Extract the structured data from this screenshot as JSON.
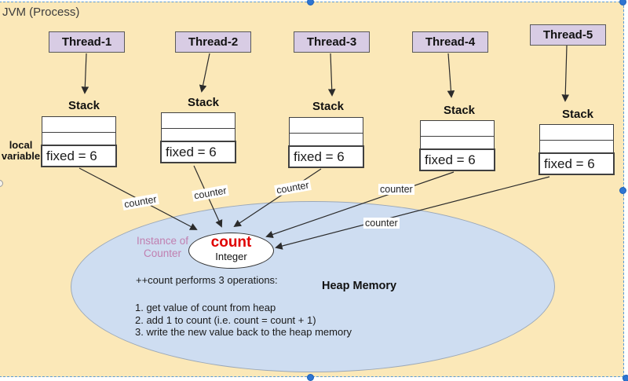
{
  "window": {
    "title": "JVM (Process)"
  },
  "threads": [
    {
      "label": "Thread-1",
      "stack_label": "Stack",
      "slot": "fixed = 6"
    },
    {
      "label": "Thread-2",
      "stack_label": "Stack",
      "slot": "fixed = 6"
    },
    {
      "label": "Thread-3",
      "stack_label": "Stack",
      "slot": "fixed = 6"
    },
    {
      "label": "Thread-4",
      "stack_label": "Stack",
      "slot": "fixed = 6"
    },
    {
      "label": "Thread-5",
      "stack_label": "Stack",
      "slot": "fixed = 6"
    }
  ],
  "local_variable": {
    "line1": "local",
    "line2": "variable"
  },
  "counter_labels": [
    "counter",
    "counter",
    "counter",
    "counter",
    "counter"
  ],
  "count_object": {
    "name": "count",
    "type": "Integer"
  },
  "instance_caption": {
    "line1": "Instance of",
    "line2": "Counter"
  },
  "heap": {
    "title": "Heap Memory",
    "intro": "++count performs 3 operations:",
    "steps": [
      "1. get value of count from heap",
      "2. add 1 to count (i.e. count = count + 1)",
      "3. write the new value back to the heap memory"
    ]
  },
  "colors": {
    "background": "#FBE8B8",
    "thread_box_fill": "#D8CCE4",
    "thread_box_border": "#595959",
    "heap_fill": "#CEDDF1",
    "count_text": "#E00000",
    "instance_caption_text": "#C07FB0",
    "selection_dash": "#5B9BD5",
    "selection_handle": "#2E75D2"
  }
}
